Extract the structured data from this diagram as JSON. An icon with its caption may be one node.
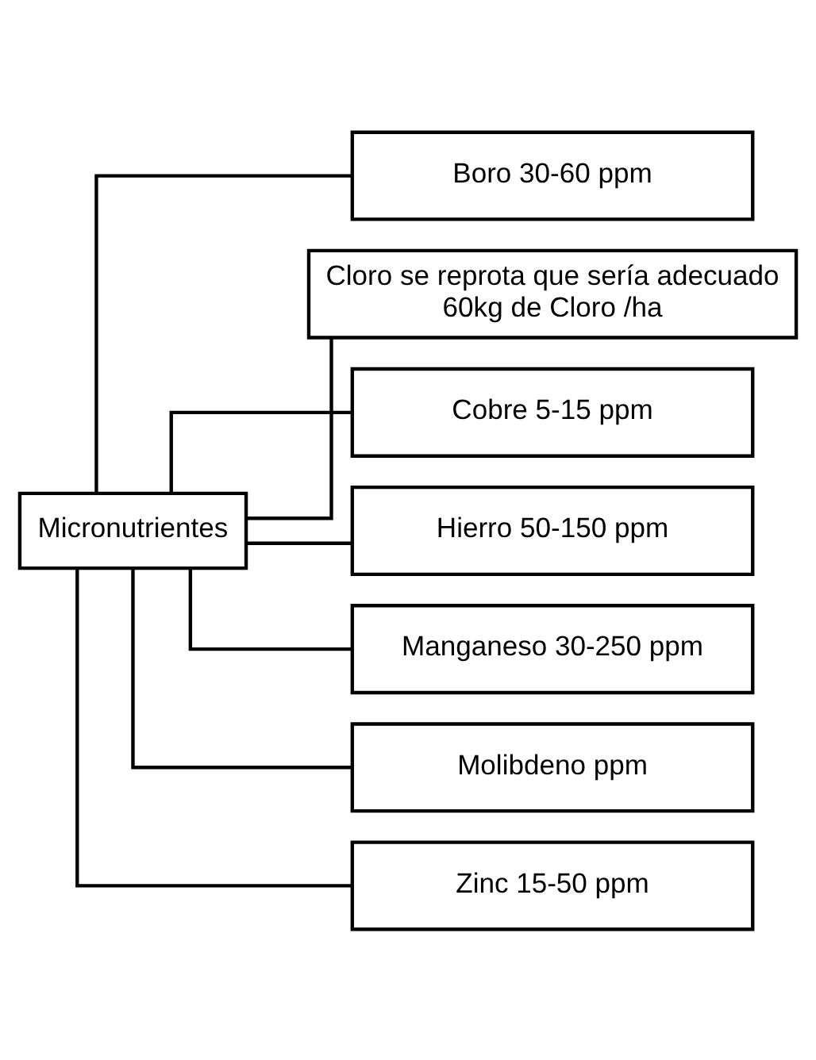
{
  "diagram": {
    "nodes": [
      {
        "text": [
          "Micronutrientes"
        ]
      },
      {
        "text": [
          "Boro 30-60 ppm"
        ]
      },
      {
        "text": [
          "Cloro se reprota que sería adecuado 60kg de Cloro /ha"
        ]
      },
      {
        "text": [
          "Cobre 5-15 ppm"
        ]
      },
      {
        "text": [
          "Hierro 50-150 ppm"
        ]
      },
      {
        "text": [
          "Manganeso 30-250 ppm"
        ]
      },
      {
        "text": [
          "Molibdeno ppm"
        ]
      },
      {
        "text": [
          "Zinc 15-50 ppm"
        ]
      }
    ],
    "edges": [
      {
        "from": 0,
        "to": 1,
        "arrow": "none"
      },
      {
        "from": 0,
        "to": 2,
        "arrow": "none"
      },
      {
        "from": 0,
        "to": 3,
        "arrow": "none"
      },
      {
        "from": 0,
        "to": 4,
        "arrow": "none"
      },
      {
        "from": 0,
        "to": 5,
        "arrow": "none"
      },
      {
        "from": 0,
        "to": 6,
        "arrow": "none"
      },
      {
        "from": 0,
        "to": 7,
        "arrow": "none"
      }
    ]
  }
}
